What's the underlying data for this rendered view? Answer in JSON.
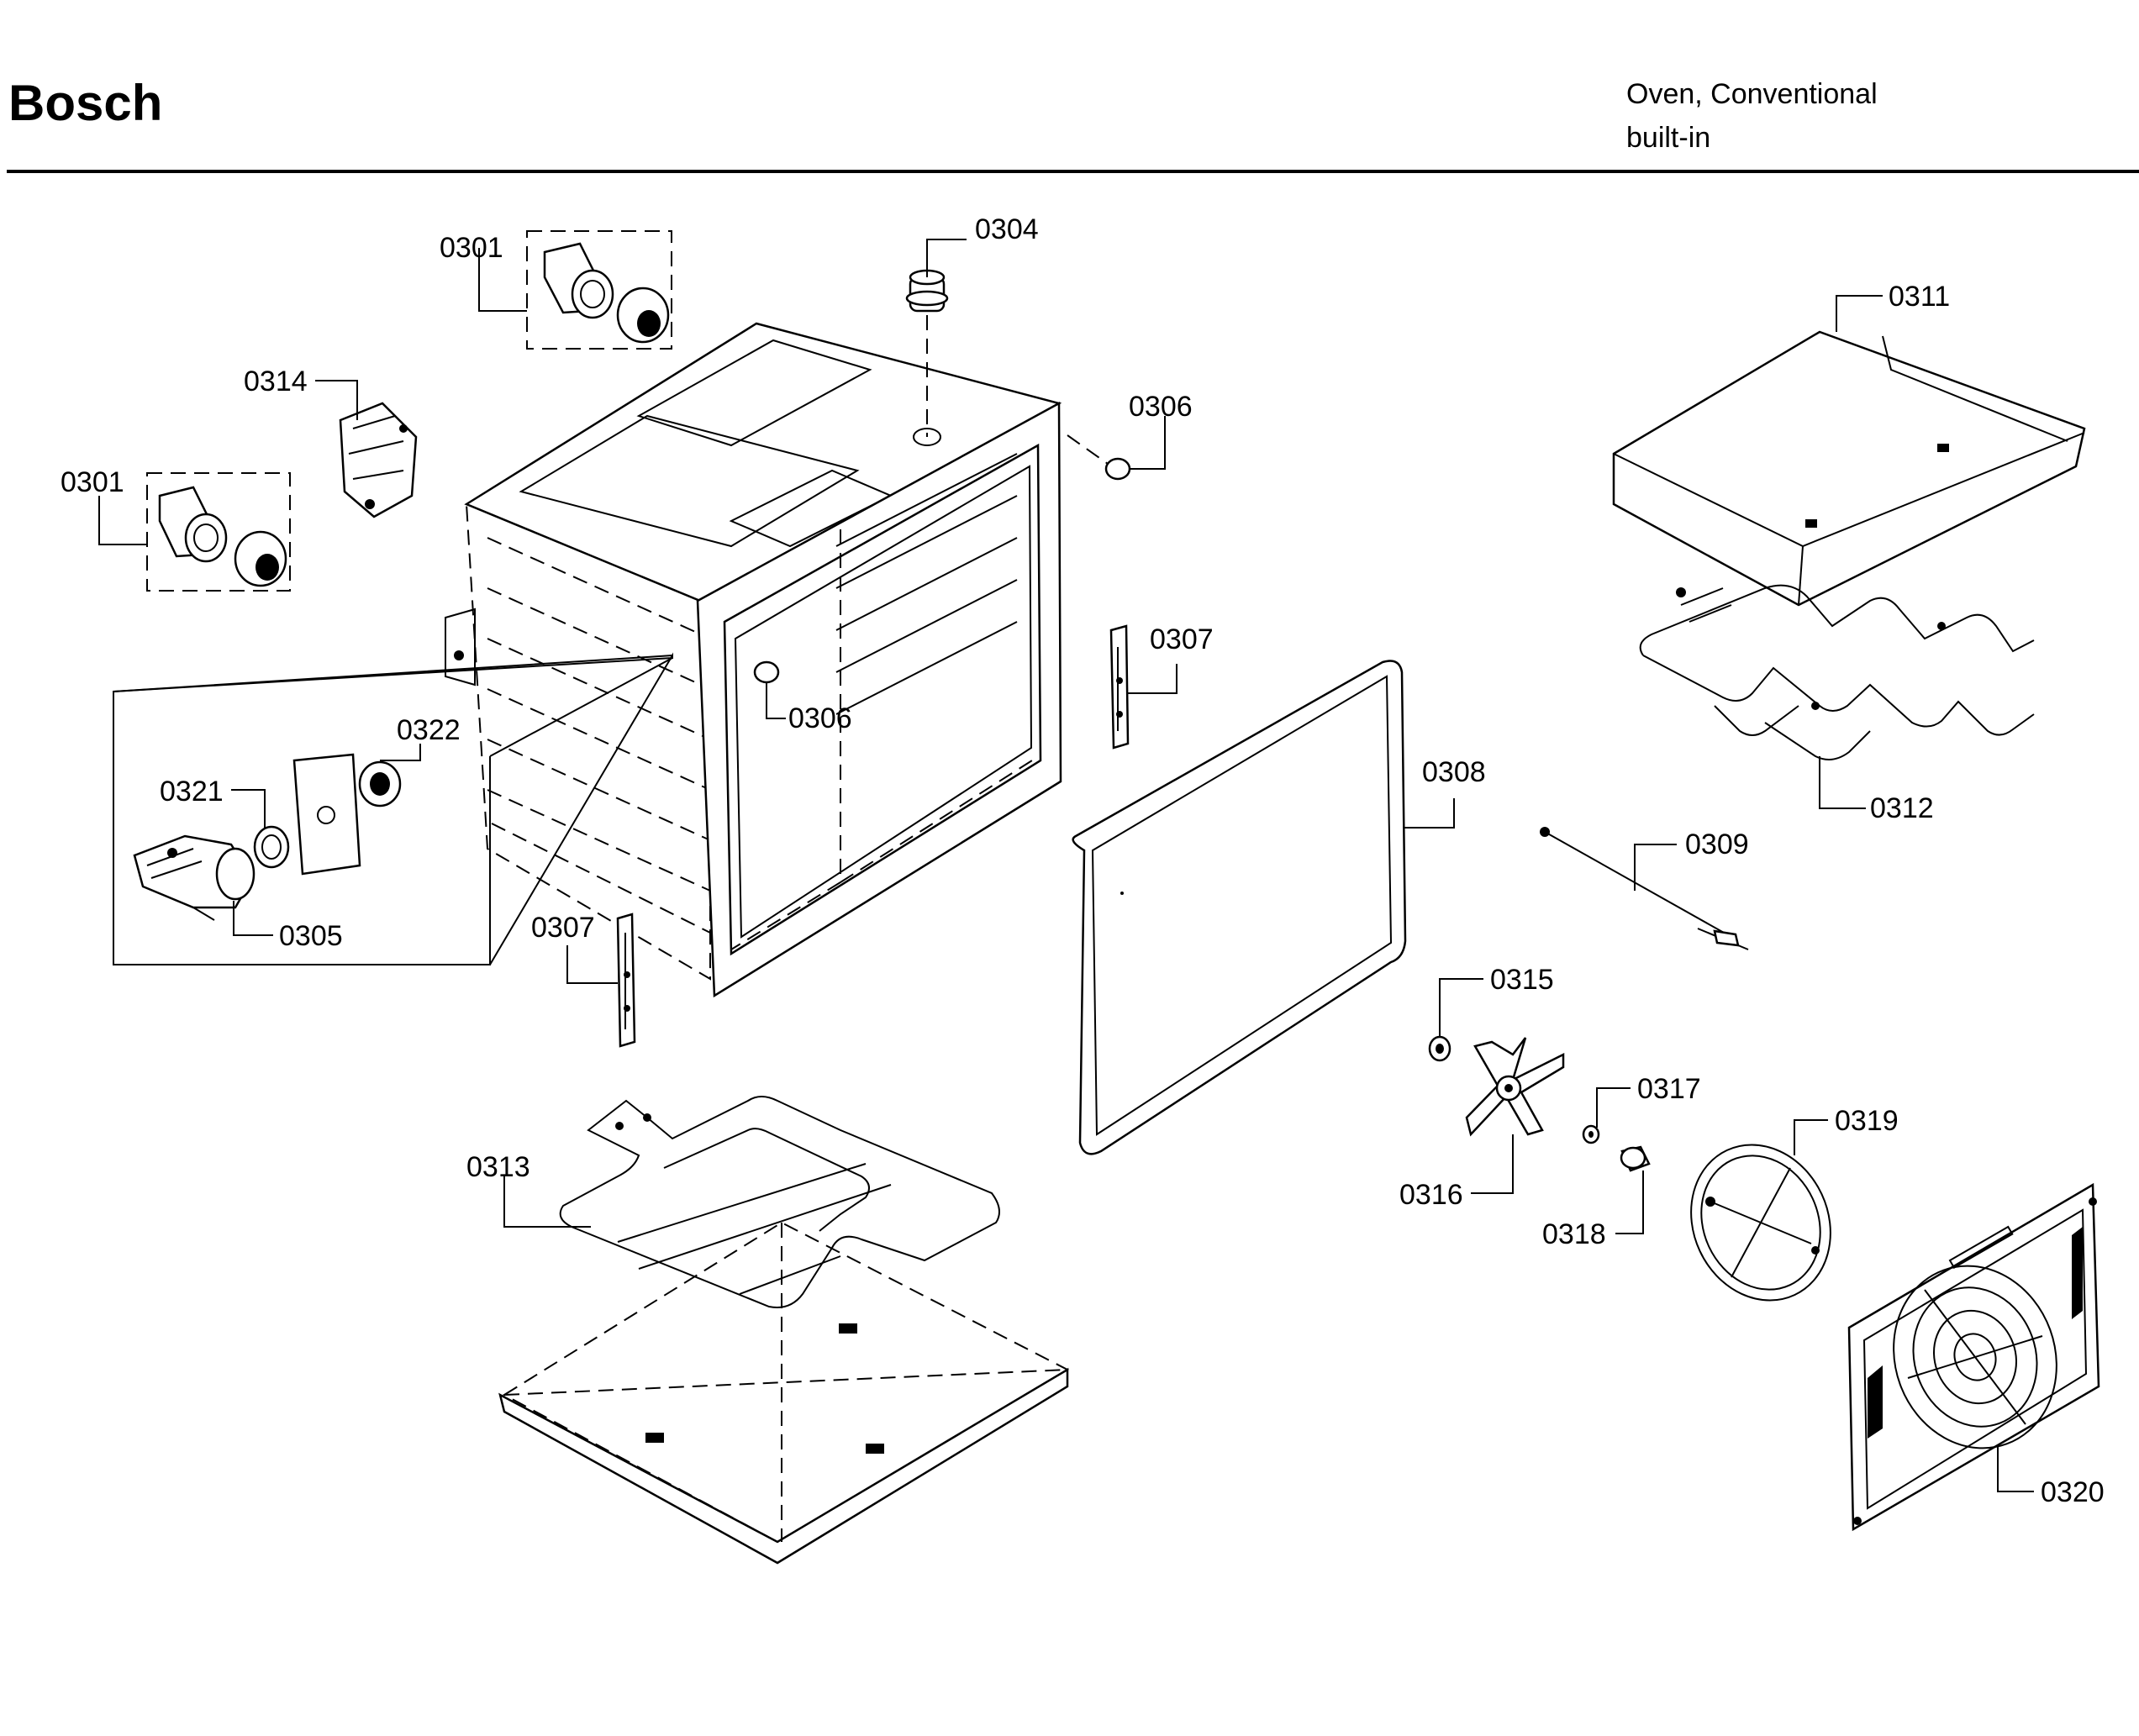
{
  "header": {
    "brand": "Bosch",
    "product_line1": "Oven, Conventional",
    "product_line2": "built-in"
  },
  "callouts": {
    "c0301a": "0301",
    "c0301b": "0301",
    "c0304": "0304",
    "c0305": "0305",
    "c0306a": "0306",
    "c0306b": "0306",
    "c0307a": "0307",
    "c0307b": "0307",
    "c0308": "0308",
    "c0309": "0309",
    "c0311": "0311",
    "c0312": "0312",
    "c0313": "0313",
    "c0314": "0314",
    "c0315": "0315",
    "c0316": "0316",
    "c0317": "0317",
    "c0318": "0318",
    "c0319": "0319",
    "c0320": "0320",
    "c0321": "0321",
    "c0322": "0322"
  }
}
